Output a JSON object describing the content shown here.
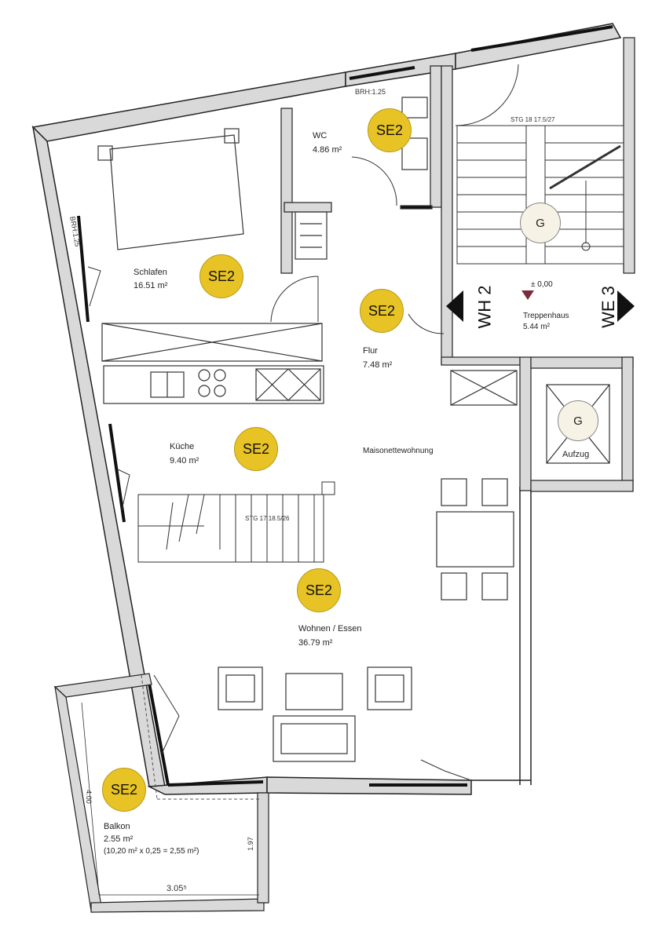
{
  "rooms": {
    "schlafen": {
      "name": "Schlafen",
      "area": "16.51 m²"
    },
    "wc": {
      "name": "WC",
      "area": "4.86 m²"
    },
    "flur": {
      "name": "Flur",
      "area": "7.48 m²"
    },
    "kueche": {
      "name": "Küche",
      "area": "9.40 m²"
    },
    "wohnen": {
      "name": "Wohnen / Essen",
      "area": "36.79 m²"
    },
    "balkon": {
      "name": "Balkon",
      "area": "2.55 m²",
      "calc": "(10,20 m² x 0,25 = 2,55 m²)"
    },
    "treppenhaus": {
      "name": "Treppenhaus",
      "area": "5.44 m²"
    }
  },
  "labels": {
    "maisonette": "Maisonettewohnung",
    "se2": "SE2",
    "g": "G",
    "aufzug": "Aufzug",
    "wh2": "WH 2",
    "we3": "WE 3",
    "level": "± 0,00",
    "brh_top": "BRH:1.25",
    "brh_left": "BRH:1.25",
    "stg_top": "STG 18 17.5/27",
    "stg_inner": "STG 17 18.5/26",
    "dim_400": "4.00",
    "dim_197": "1.97",
    "dim_305": "3.05⁵"
  },
  "colors": {
    "badge": "#e8c325",
    "wall": "#d9d9d9",
    "line": "#222222"
  }
}
